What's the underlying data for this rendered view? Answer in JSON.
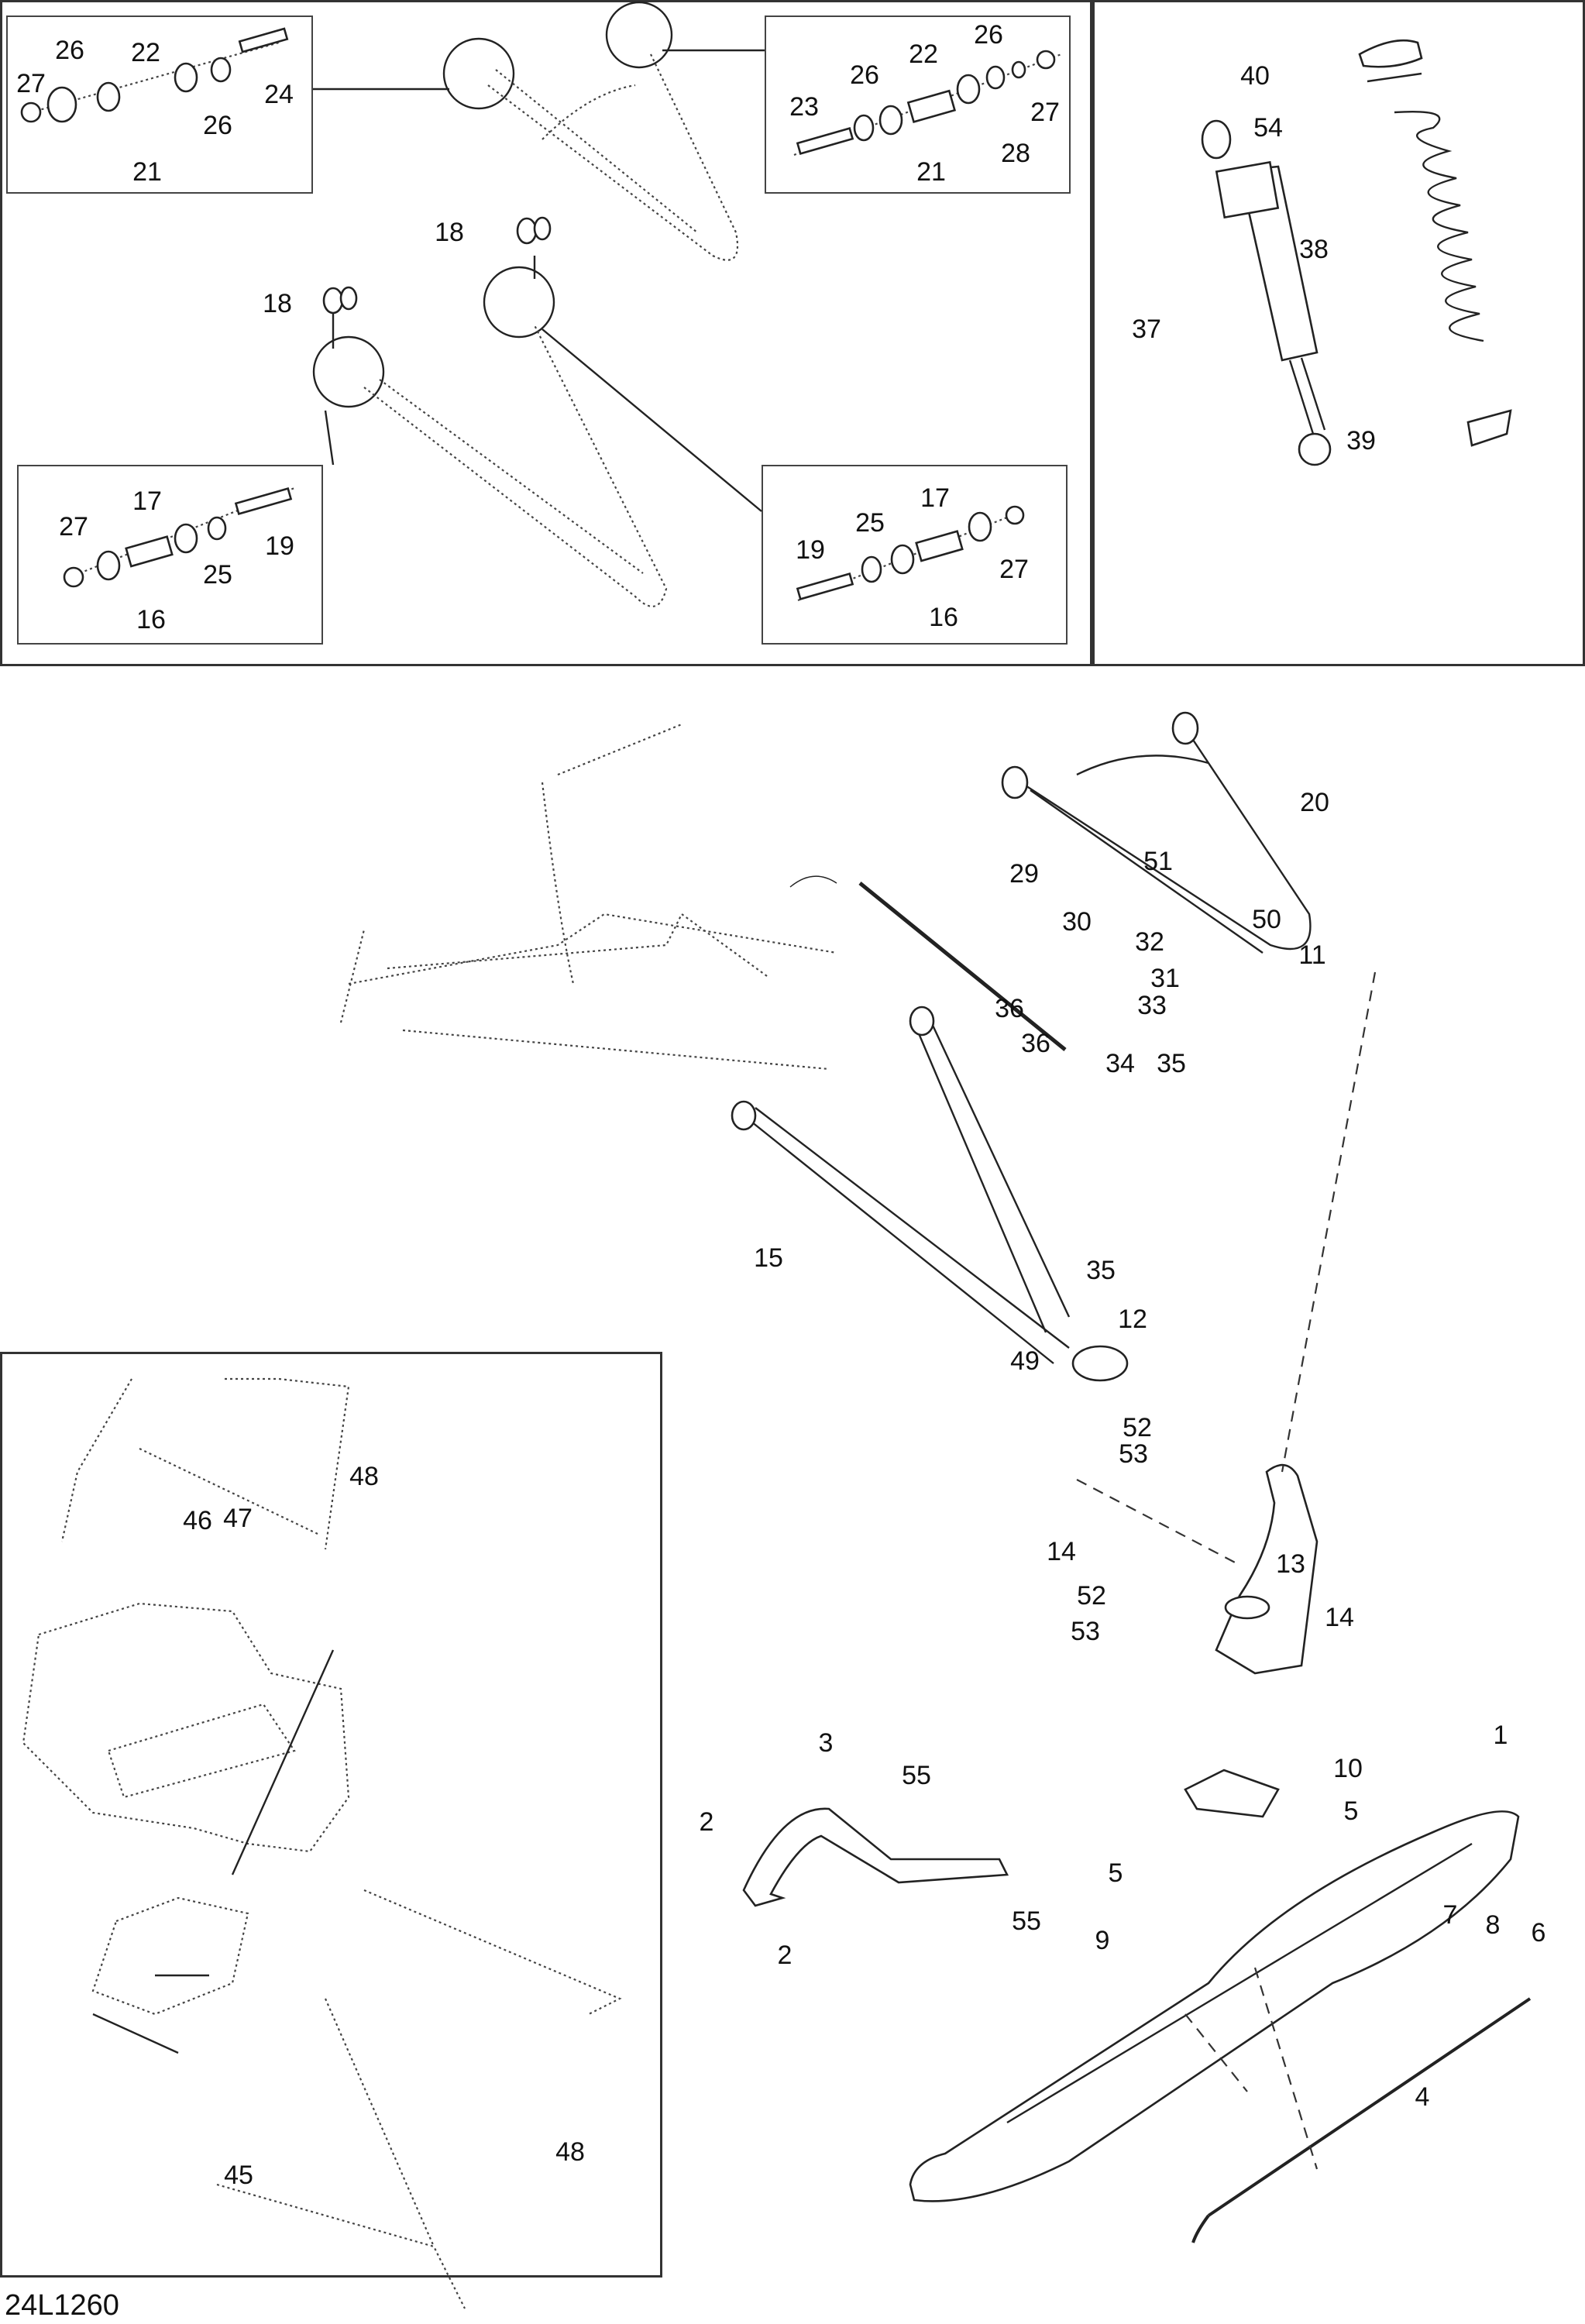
{
  "diagram": {
    "title": "Front Suspension / Ski exploded parts diagram",
    "reference_code": "24L1260",
    "panels": {
      "upper_arm_bushing_detail": {
        "insets": [
          {
            "name": "upper-left-bushing",
            "callouts": [
              "27",
              "26",
              "22",
              "21",
              "26",
              "24"
            ]
          },
          {
            "name": "upper-right-bushing",
            "callouts": [
              "23",
              "26",
              "22",
              "21",
              "26",
              "28",
              "27"
            ]
          },
          {
            "name": "lower-left-bushing",
            "callouts": [
              "27",
              "17",
              "16",
              "25",
              "19"
            ]
          },
          {
            "name": "lower-right-bushing",
            "callouts": [
              "19",
              "25",
              "17",
              "16",
              "27"
            ]
          }
        ],
        "sleeve_callouts": [
          "18",
          "18"
        ]
      },
      "shock_detail": {
        "callouts": [
          "40",
          "54",
          "38",
          "37",
          "39"
        ]
      },
      "frame_detail": {
        "callouts": [
          "48",
          "46",
          "47",
          "48",
          "45"
        ]
      }
    },
    "callouts": [
      {
        "id": "c27a",
        "label": "27"
      },
      {
        "id": "c26a",
        "label": "26"
      },
      {
        "id": "c22a",
        "label": "22"
      },
      {
        "id": "c21a",
        "label": "21"
      },
      {
        "id": "c26b",
        "label": "26"
      },
      {
        "id": "c24",
        "label": "24"
      },
      {
        "id": "c23",
        "label": "23"
      },
      {
        "id": "c26c",
        "label": "26"
      },
      {
        "id": "c22b",
        "label": "22"
      },
      {
        "id": "c21b",
        "label": "21"
      },
      {
        "id": "c26d",
        "label": "26"
      },
      {
        "id": "c28",
        "label": "28"
      },
      {
        "id": "c27b",
        "label": "27"
      },
      {
        "id": "c18a",
        "label": "18"
      },
      {
        "id": "c18b",
        "label": "18"
      },
      {
        "id": "c27c",
        "label": "27"
      },
      {
        "id": "c17a",
        "label": "17"
      },
      {
        "id": "c16a",
        "label": "16"
      },
      {
        "id": "c25a",
        "label": "25"
      },
      {
        "id": "c19a",
        "label": "19"
      },
      {
        "id": "c19b",
        "label": "19"
      },
      {
        "id": "c25b",
        "label": "25"
      },
      {
        "id": "c17b",
        "label": "17"
      },
      {
        "id": "c16b",
        "label": "16"
      },
      {
        "id": "c27d",
        "label": "27"
      },
      {
        "id": "c40",
        "label": "40"
      },
      {
        "id": "c54",
        "label": "54"
      },
      {
        "id": "c38",
        "label": "38"
      },
      {
        "id": "c37",
        "label": "37"
      },
      {
        "id": "c39",
        "label": "39"
      },
      {
        "id": "c20",
        "label": "20"
      },
      {
        "id": "c29",
        "label": "29"
      },
      {
        "id": "c51",
        "label": "51"
      },
      {
        "id": "c50",
        "label": "50"
      },
      {
        "id": "c11",
        "label": "11"
      },
      {
        "id": "c30",
        "label": "30"
      },
      {
        "id": "c32",
        "label": "32"
      },
      {
        "id": "c31",
        "label": "31"
      },
      {
        "id": "c36a",
        "label": "36"
      },
      {
        "id": "c33",
        "label": "33"
      },
      {
        "id": "c36b",
        "label": "36"
      },
      {
        "id": "c34",
        "label": "34"
      },
      {
        "id": "c35a",
        "label": "35"
      },
      {
        "id": "c35b",
        "label": "35"
      },
      {
        "id": "c15",
        "label": "15"
      },
      {
        "id": "c12",
        "label": "12"
      },
      {
        "id": "c49",
        "label": "49"
      },
      {
        "id": "c52a",
        "label": "52"
      },
      {
        "id": "c53a",
        "label": "53"
      },
      {
        "id": "c13",
        "label": "13"
      },
      {
        "id": "c14a",
        "label": "14"
      },
      {
        "id": "c52b",
        "label": "52"
      },
      {
        "id": "c53b",
        "label": "53"
      },
      {
        "id": "c14b",
        "label": "14"
      },
      {
        "id": "c10",
        "label": "10"
      },
      {
        "id": "c1",
        "label": "1"
      },
      {
        "id": "c5a",
        "label": "5"
      },
      {
        "id": "c5b",
        "label": "5"
      },
      {
        "id": "c9",
        "label": "9"
      },
      {
        "id": "c7",
        "label": "7"
      },
      {
        "id": "c8",
        "label": "8"
      },
      {
        "id": "c6",
        "label": "6"
      },
      {
        "id": "c4",
        "label": "4"
      },
      {
        "id": "c3",
        "label": "3"
      },
      {
        "id": "c55a",
        "label": "55"
      },
      {
        "id": "c55b",
        "label": "55"
      },
      {
        "id": "c2a",
        "label": "2"
      },
      {
        "id": "c2b",
        "label": "2"
      },
      {
        "id": "c48a",
        "label": "48"
      },
      {
        "id": "c46",
        "label": "46"
      },
      {
        "id": "c47",
        "label": "47"
      },
      {
        "id": "c48b",
        "label": "48"
      },
      {
        "id": "c45",
        "label": "45"
      }
    ]
  }
}
